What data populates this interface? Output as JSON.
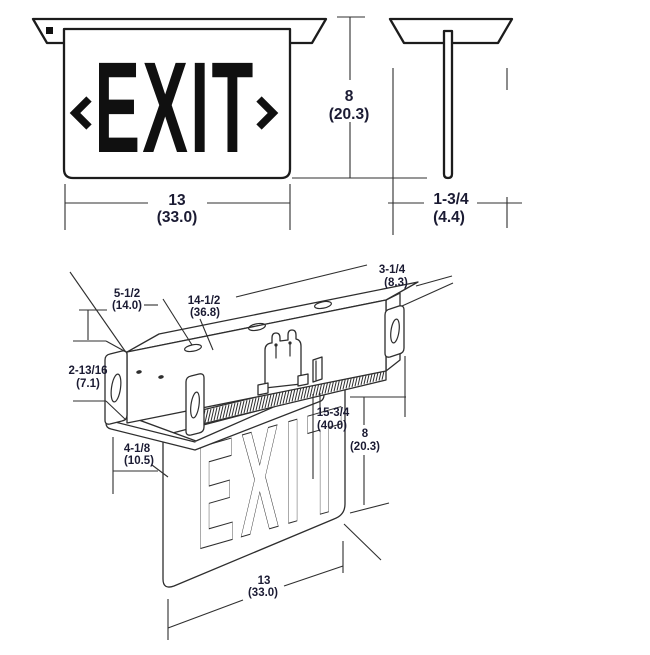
{
  "colors": {
    "line": "#2e2e2e",
    "label": "#1b1b33",
    "sign_text": "#101010",
    "background": "#ffffff"
  },
  "front_view": {
    "sign_text": "EXIT",
    "chevron_left": "‹",
    "chevron_right": "›",
    "dim_width": {
      "in": "13",
      "cm": "(33.0)"
    },
    "dim_height": {
      "in": "8",
      "cm": "(20.3)"
    }
  },
  "side_view": {
    "dim_thickness": {
      "in": "1-3/4",
      "cm": "(4.4)"
    }
  },
  "iso_view": {
    "sign_text": "EXIT",
    "dim_bracket_spacing": {
      "in": "5-1/2",
      "cm": "(14.0)"
    },
    "dim_housing_length": {
      "in": "14-1/2",
      "cm": "(36.8)"
    },
    "dim_housing_depth": {
      "in": "3-1/4",
      "cm": "(8.3)"
    },
    "dim_housing_height": {
      "in": "2-13/16",
      "cm": "(7.1)"
    },
    "dim_flange_offset": {
      "in": "4-1/8",
      "cm": "(10.5)"
    },
    "dim_flange_length": {
      "in": "15-3/4",
      "cm": "(40.0)"
    },
    "dim_sign_height": {
      "in": "8",
      "cm": "(20.3)"
    },
    "dim_sign_width": {
      "in": "13",
      "cm": "(33.0)"
    }
  }
}
